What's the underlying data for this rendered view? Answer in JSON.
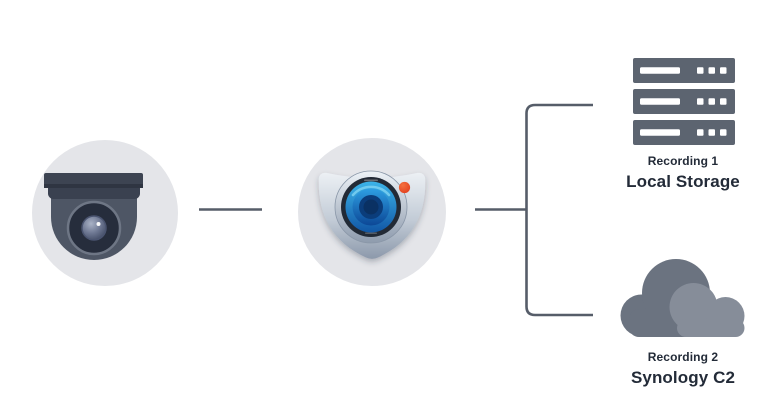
{
  "diagram": {
    "nodes": {
      "camera": {
        "icon": "dome-camera-icon"
      },
      "surveillance_station": {
        "icon": "surveillance-station-shield-icon"
      }
    },
    "destinations": [
      {
        "icon": "server-stack-icon",
        "recording_label": "Recording 1",
        "storage_name": "Local Storage"
      },
      {
        "icon": "cloud-icon",
        "recording_label": "Recording 2",
        "storage_name": "Synology C2"
      }
    ]
  },
  "colors": {
    "background": "#FFFFFF",
    "node_circle_bg": "#E4E5E9",
    "connector_line": "#565D69",
    "camera_bracket": "#3D4452",
    "camera_dome": "#4E5665",
    "server_bay": "#5C6470",
    "cloud_back": "#6B7380",
    "cloud_front": "#868D99",
    "label_text": "#232B38",
    "shield_top": "#ECF0F4",
    "shield_bottom": "#8C99AB",
    "lens_blue_outer": "#3CB4E9",
    "lens_blue_deep": "#0C4796",
    "record_dot": "#EB4D2A"
  }
}
